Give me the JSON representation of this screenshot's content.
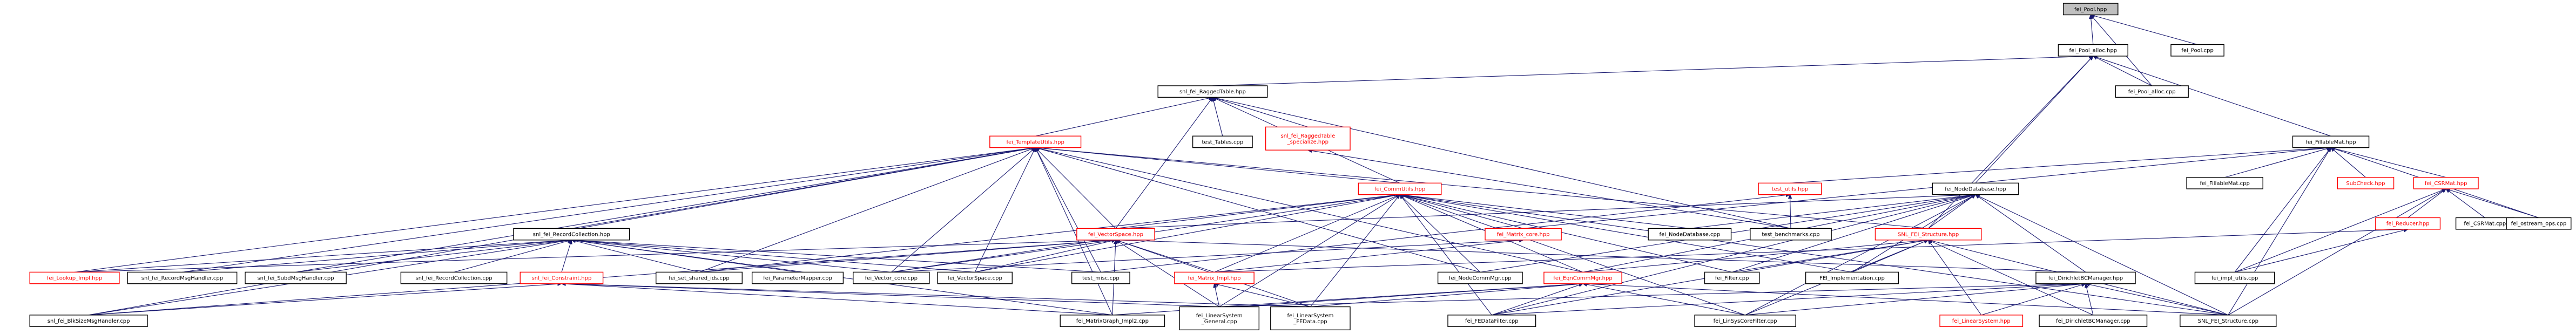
{
  "graph": {
    "colors": {
      "edge": "#191970",
      "root_fill": "#bfbfbf",
      "node_fill": "#ffffff",
      "node_border": "#000000",
      "incomplete_border": "#ff0000",
      "incomplete_text": "#ff0000"
    },
    "nodes": [
      {
        "id": "fei_pool_hpp",
        "label": "fei_Pool.hpp",
        "root": true
      },
      {
        "id": "fei_pool_alloc_hpp",
        "label": "fei_Pool_alloc.hpp"
      },
      {
        "id": "fei_pool_cpp",
        "label": "fei_Pool.cpp"
      },
      {
        "id": "fei_pool_alloc_cpp",
        "label": "fei_Pool_alloc.cpp"
      },
      {
        "id": "snl_fei_raggedtable_hpp",
        "label": "snl_fei_RaggedTable.hpp"
      },
      {
        "id": "fei_fillablemat_hpp",
        "label": "fei_FillableMat.hpp"
      },
      {
        "id": "fei_templateutils_hpp",
        "label": "fei_TemplateUtils.hpp",
        "incomplete": true
      },
      {
        "id": "test_tables_cpp",
        "label": "test_Tables.cpp"
      },
      {
        "id": "snl_fei_raggedtable_specialize_hpp",
        "label": "snl_fei_RaggedTable\n_specialize.hpp",
        "incomplete": true
      },
      {
        "id": "fei_fillablemat_cpp",
        "label": "fei_FillableMat.cpp"
      },
      {
        "id": "sub_check_hpp",
        "label": "SubCheck.hpp",
        "incomplete": true
      },
      {
        "id": "fei_csrmat_hpp",
        "label": "fei_CSRMat.hpp",
        "incomplete": true
      },
      {
        "id": "fei_commutils_hpp",
        "label": "fei_CommUtils.hpp",
        "incomplete": true
      },
      {
        "id": "test_utils_hpp",
        "label": "test_utils.hpp",
        "incomplete": true
      },
      {
        "id": "fei_nodedatabase_hpp",
        "label": "fei_NodeDatabase.hpp"
      },
      {
        "id": "fei_reducer_hpp",
        "label": "fei_Reducer.hpp",
        "incomplete": true
      },
      {
        "id": "fei_csrmat_cpp",
        "label": "fei_CSRMat.cpp"
      },
      {
        "id": "fei_ostream_ops_cpp",
        "label": "fei_ostream_ops.cpp"
      },
      {
        "id": "snl_fei_recordcollection_hpp",
        "label": "snl_fei_RecordCollection.hpp"
      },
      {
        "id": "fei_matrix_core_hpp",
        "label": "fei_Matrix_core.hpp",
        "incomplete": true
      },
      {
        "id": "fei_nodedatabase_cpp",
        "label": "fei_NodeDatabase.cpp"
      },
      {
        "id": "test_benchmarks_cpp",
        "label": "test_benchmarks.cpp"
      },
      {
        "id": "snl_fei_structure_hpp",
        "label": "SNL_FEI_Structure.hpp",
        "incomplete": true
      },
      {
        "id": "fei_vectorspace_hpp",
        "label": "fei_VectorSpace.hpp",
        "incomplete": true
      },
      {
        "id": "fei_lookup_impl_hpp",
        "label": "fei_Lookup_Impl.hpp",
        "incomplete": true
      },
      {
        "id": "snl_fei_recordmsghandler_cpp",
        "label": "snl_fei_RecordMsgHandler.cpp"
      },
      {
        "id": "snl_fei_subdmsghandler_cpp",
        "label": "snl_fei_SubdMsgHandler.cpp"
      },
      {
        "id": "snl_fei_constraint_hpp",
        "label": "snl_fei_Constraint.hpp",
        "incomplete": true
      },
      {
        "id": "snl_fei_recordcollection_cpp",
        "label": "snl_fei_RecordCollection.cpp"
      },
      {
        "id": "fei_set_shared_ids_cpp",
        "label": "fei_set_shared_ids.cpp"
      },
      {
        "id": "fei_parametermapper_cpp",
        "label": "fei_ParameterMapper.cpp"
      },
      {
        "id": "fei_vector_core_cpp",
        "label": "fei_Vector_core.cpp"
      },
      {
        "id": "fei_vectorspace_cpp",
        "label": "fei_VectorSpace.cpp"
      },
      {
        "id": "test_misc_cpp",
        "label": "test_misc.cpp"
      },
      {
        "id": "fei_matrix_impl_hpp",
        "label": "fei_Matrix_Impl.hpp",
        "incomplete": true
      },
      {
        "id": "fei_nodecommmgr_cpp",
        "label": "fei_NodeCommMgr.cpp"
      },
      {
        "id": "fei_eqncommmgr_hpp",
        "label": "fei_EqnCommMgr.hpp",
        "incomplete": true
      },
      {
        "id": "fei_filter_cpp",
        "label": "fei_Filter.cpp"
      },
      {
        "id": "fei_implementation_cpp",
        "label": "FEI_Implementation.cpp"
      },
      {
        "id": "fei_dirichletbcmanager_hpp",
        "label": "fei_DirichletBCManager.hpp"
      },
      {
        "id": "fei_impl_utils_cpp",
        "label": "fei_impl_utils.cpp"
      },
      {
        "id": "snl_fei_blksizemsghandler_cpp",
        "label": "snl_fei_BlkSizeMsgHandler.cpp"
      },
      {
        "id": "fei_matrixgraph_impl2_cpp",
        "label": "fei_MatrixGraph_Impl2.cpp"
      },
      {
        "id": "fei_linearsystem_general_cpp",
        "label": "fei_LinearSystem\n_General.cpp"
      },
      {
        "id": "fei_linearsystem_fedata_cpp",
        "label": "fei_LinearSystem\n_FEData.cpp"
      },
      {
        "id": "fei_fedatafilter_cpp",
        "label": "fei_FEDataFilter.cpp"
      },
      {
        "id": "fei_linsyscorefilter_cpp",
        "label": "fei_LinSysCoreFilter.cpp"
      },
      {
        "id": "fei_linearsystem_hpp",
        "label": "fei_LinearSystem.hpp",
        "incomplete": true
      },
      {
        "id": "fei_dirichletbcmanager_cpp",
        "label": "fei_DirichletBCManager.cpp"
      },
      {
        "id": "snl_fei_structure_cpp",
        "label": "SNL_FEI_Structure.cpp"
      }
    ],
    "edges": [
      [
        "fei_pool_alloc_hpp",
        "fei_pool_hpp"
      ],
      [
        "fei_pool_cpp",
        "fei_pool_hpp"
      ],
      [
        "fei_pool_alloc_cpp",
        "fei_pool_hpp"
      ],
      [
        "fei_pool_alloc_cpp",
        "fei_pool_alloc_hpp"
      ],
      [
        "snl_fei_raggedtable_hpp",
        "fei_pool_alloc_hpp"
      ],
      [
        "fei_fillablemat_hpp",
        "fei_pool_alloc_hpp"
      ],
      [
        "fei_nodedatabase_hpp",
        "fei_pool_alloc_hpp"
      ],
      [
        "snl_fei_structure_hpp",
        "fei_pool_alloc_hpp"
      ],
      [
        "fei_templateutils_hpp",
        "snl_fei_raggedtable_hpp"
      ],
      [
        "test_tables_cpp",
        "snl_fei_raggedtable_hpp"
      ],
      [
        "snl_fei_raggedtable_specialize_hpp",
        "snl_fei_raggedtable_hpp"
      ],
      [
        "fei_commutils_hpp",
        "snl_fei_raggedtable_hpp"
      ],
      [
        "test_benchmarks_cpp",
        "snl_fei_raggedtable_hpp"
      ],
      [
        "fei_vectorspace_hpp",
        "snl_fei_raggedtable_hpp"
      ],
      [
        "test_benchmarks_cpp",
        "snl_fei_raggedtable_specialize_hpp"
      ],
      [
        "fei_fillablemat_cpp",
        "fei_fillablemat_hpp"
      ],
      [
        "sub_check_hpp",
        "fei_fillablemat_hpp"
      ],
      [
        "fei_csrmat_hpp",
        "fei_fillablemat_hpp"
      ],
      [
        "fei_ostream_ops_cpp",
        "fei_fillablemat_hpp"
      ],
      [
        "test_utils_hpp",
        "fei_fillablemat_hpp"
      ],
      [
        "fei_matrix_core_hpp",
        "fei_fillablemat_hpp"
      ],
      [
        "snl_fei_structure_cpp",
        "fei_fillablemat_hpp"
      ],
      [
        "fei_impl_utils_cpp",
        "fei_fillablemat_hpp"
      ],
      [
        "fei_csrmat_cpp",
        "fei_csrmat_hpp"
      ],
      [
        "fei_reducer_hpp",
        "fei_csrmat_hpp"
      ],
      [
        "fei_ostream_ops_cpp",
        "fei_csrmat_hpp"
      ],
      [
        "fei_impl_utils_cpp",
        "fei_csrmat_hpp"
      ],
      [
        "snl_fei_structure_cpp",
        "fei_csrmat_hpp"
      ],
      [
        "fei_matrix_impl_hpp",
        "fei_reducer_hpp"
      ],
      [
        "fei_impl_utils_cpp",
        "fei_reducer_hpp"
      ],
      [
        "test_benchmarks_cpp",
        "test_utils_hpp"
      ],
      [
        "test_misc_cpp",
        "test_utils_hpp"
      ],
      [
        "fei_commutils_hpp",
        "fei_templateutils_hpp"
      ],
      [
        "snl_fei_recordcollection_hpp",
        "fei_templateutils_hpp"
      ],
      [
        "fei_vectorspace_hpp",
        "fei_templateutils_hpp"
      ],
      [
        "fei_lookup_impl_hpp",
        "fei_templateutils_hpp"
      ],
      [
        "snl_fei_recordmsghandler_cpp",
        "fei_templateutils_hpp"
      ],
      [
        "snl_fei_subdmsghandler_cpp",
        "fei_templateutils_hpp"
      ],
      [
        "fei_set_shared_ids_cpp",
        "fei_templateutils_hpp"
      ],
      [
        "fei_vector_core_cpp",
        "fei_templateutils_hpp"
      ],
      [
        "fei_vectorspace_cpp",
        "fei_templateutils_hpp"
      ],
      [
        "fei_nodecommmgr_cpp",
        "fei_templateutils_hpp"
      ],
      [
        "fei_eqncommmgr_hpp",
        "fei_templateutils_hpp"
      ],
      [
        "snl_fei_structure_hpp",
        "fei_templateutils_hpp"
      ],
      [
        "fei_matrixgraph_impl2_cpp",
        "fei_templateutils_hpp"
      ],
      [
        "snl_fei_blksizemsghandler_cpp",
        "fei_templateutils_hpp"
      ],
      [
        "test_misc_cpp",
        "fei_templateutils_hpp"
      ],
      [
        "fei_matrix_core_hpp",
        "fei_commutils_hpp"
      ],
      [
        "fei_nodedatabase_cpp",
        "fei_commutils_hpp"
      ],
      [
        "fei_vectorspace_hpp",
        "fei_commutils_hpp"
      ],
      [
        "fei_set_shared_ids_cpp",
        "fei_commutils_hpp"
      ],
      [
        "fei_vector_core_cpp",
        "fei_commutils_hpp"
      ],
      [
        "fei_vectorspace_cpp",
        "fei_commutils_hpp"
      ],
      [
        "fei_matrix_impl_hpp",
        "fei_commutils_hpp"
      ],
      [
        "fei_nodecommmgr_cpp",
        "fei_commutils_hpp"
      ],
      [
        "fei_eqncommmgr_hpp",
        "fei_commutils_hpp"
      ],
      [
        "fei_filter_cpp",
        "fei_commutils_hpp"
      ],
      [
        "fei_implementation_cpp",
        "fei_commutils_hpp"
      ],
      [
        "fei_linearsystem_general_cpp",
        "fei_commutils_hpp"
      ],
      [
        "fei_linearsystem_fedata_cpp",
        "fei_commutils_hpp"
      ],
      [
        "fei_fedatafilter_cpp",
        "fei_commutils_hpp"
      ],
      [
        "fei_linsyscorefilter_cpp",
        "fei_commutils_hpp"
      ],
      [
        "snl_fei_structure_cpp",
        "fei_commutils_hpp"
      ],
      [
        "fei_matrix_impl_hpp",
        "fei_matrix_core_hpp"
      ],
      [
        "fei_vector_core_cpp",
        "fei_matrix_core_hpp"
      ],
      [
        "fei_nodedatabase_cpp",
        "fei_nodedatabase_hpp"
      ],
      [
        "snl_fei_structure_hpp",
        "fei_nodedatabase_hpp"
      ],
      [
        "fei_nodecommmgr_cpp",
        "fei_nodedatabase_hpp"
      ],
      [
        "fei_eqncommmgr_hpp",
        "fei_nodedatabase_hpp"
      ],
      [
        "fei_filter_cpp",
        "fei_nodedatabase_hpp"
      ],
      [
        "fei_implementation_cpp",
        "fei_nodedatabase_hpp"
      ],
      [
        "fei_dirichletbcmanager_hpp",
        "fei_nodedatabase_hpp"
      ],
      [
        "fei_fedatafilter_cpp",
        "fei_nodedatabase_hpp"
      ],
      [
        "fei_linsyscorefilter_cpp",
        "fei_nodedatabase_hpp"
      ],
      [
        "snl_fei_structure_cpp",
        "fei_nodedatabase_hpp"
      ],
      [
        "fei_vectorspace_hpp",
        "fei_nodedatabase_hpp"
      ],
      [
        "fei_lookup_impl_hpp",
        "snl_fei_recordcollection_hpp"
      ],
      [
        "snl_fei_recordmsghandler_cpp",
        "snl_fei_recordcollection_hpp"
      ],
      [
        "snl_fei_subdmsghandler_cpp",
        "snl_fei_recordcollection_hpp"
      ],
      [
        "snl_fei_constraint_hpp",
        "snl_fei_recordcollection_hpp"
      ],
      [
        "snl_fei_recordcollection_cpp",
        "snl_fei_recordcollection_hpp"
      ],
      [
        "fei_set_shared_ids_cpp",
        "snl_fei_recordcollection_hpp"
      ],
      [
        "fei_parametermapper_cpp",
        "snl_fei_recordcollection_hpp"
      ],
      [
        "fei_vector_core_cpp",
        "snl_fei_recordcollection_hpp"
      ],
      [
        "fei_vectorspace_cpp",
        "snl_fei_recordcollection_hpp"
      ],
      [
        "snl_fei_blksizemsghandler_cpp",
        "snl_fei_recordcollection_hpp"
      ],
      [
        "fei_matrixgraph_impl2_cpp",
        "snl_fei_recordcollection_hpp"
      ],
      [
        "test_misc_cpp",
        "snl_fei_recordcollection_hpp"
      ],
      [
        "fei_set_shared_ids_cpp",
        "fei_vectorspace_hpp"
      ],
      [
        "fei_vector_core_cpp",
        "fei_vectorspace_hpp"
      ],
      [
        "fei_vectorspace_cpp",
        "fei_vectorspace_hpp"
      ],
      [
        "fei_matrix_impl_hpp",
        "fei_vectorspace_hpp"
      ],
      [
        "fei_matrixgraph_impl2_cpp",
        "fei_vectorspace_hpp"
      ],
      [
        "fei_linearsystem_general_cpp",
        "fei_vectorspace_hpp"
      ],
      [
        "fei_linearsystem_fedata_cpp",
        "fei_vectorspace_hpp"
      ],
      [
        "snl_fei_blksizemsghandler_cpp",
        "fei_vectorspace_hpp"
      ],
      [
        "fei_dirichletbcmanager_hpp",
        "fei_vectorspace_hpp"
      ],
      [
        "fei_lookup_impl_hpp",
        "fei_vectorspace_hpp"
      ],
      [
        "fei_matrixgraph_impl2_cpp",
        "snl_fei_constraint_hpp"
      ],
      [
        "snl_fei_blksizemsghandler_cpp",
        "snl_fei_constraint_hpp"
      ],
      [
        "fei_linearsystem_general_cpp",
        "snl_fei_constraint_hpp"
      ],
      [
        "fei_linearsystem_fedata_cpp",
        "snl_fei_constraint_hpp"
      ],
      [
        "fei_linearsystem_general_cpp",
        "fei_matrix_impl_hpp"
      ],
      [
        "fei_linearsystem_fedata_cpp",
        "fei_matrix_impl_hpp"
      ],
      [
        "fei_filter_cpp",
        "snl_fei_structure_hpp"
      ],
      [
        "fei_implementation_cpp",
        "snl_fei_structure_hpp"
      ],
      [
        "fei_eqncommmgr_hpp",
        "snl_fei_structure_hpp"
      ],
      [
        "fei_fedatafilter_cpp",
        "snl_fei_structure_hpp"
      ],
      [
        "fei_linsyscorefilter_cpp",
        "snl_fei_structure_hpp"
      ],
      [
        "snl_fei_structure_cpp",
        "snl_fei_structure_hpp"
      ],
      [
        "fei_dirichletbcmanager_cpp",
        "snl_fei_structure_hpp"
      ],
      [
        "fei_linearsystem_hpp",
        "snl_fei_structure_hpp"
      ],
      [
        "fei_matrixgraph_impl2_cpp",
        "fei_eqncommmgr_hpp"
      ],
      [
        "fei_linearsystem_general_cpp",
        "fei_eqncommmgr_hpp"
      ],
      [
        "fei_linearsystem_fedata_cpp",
        "fei_eqncommmgr_hpp"
      ],
      [
        "fei_fedatafilter_cpp",
        "fei_eqncommmgr_hpp"
      ],
      [
        "fei_linsyscorefilter_cpp",
        "fei_eqncommmgr_hpp"
      ],
      [
        "snl_fei_structure_cpp",
        "fei_eqncommmgr_hpp"
      ],
      [
        "fei_linearsystem_general_cpp",
        "fei_dirichletbcmanager_hpp"
      ],
      [
        "fei_fedatafilter_cpp",
        "fei_dirichletbcmanager_hpp"
      ],
      [
        "fei_linsyscorefilter_cpp",
        "fei_dirichletbcmanager_hpp"
      ],
      [
        "fei_linearsystem_hpp",
        "fei_dirichletbcmanager_hpp"
      ],
      [
        "fei_dirichletbcmanager_cpp",
        "fei_dirichletbcmanager_hpp"
      ],
      [
        "snl_fei_structure_cpp",
        "fei_dirichletbcmanager_hpp"
      ]
    ]
  }
}
